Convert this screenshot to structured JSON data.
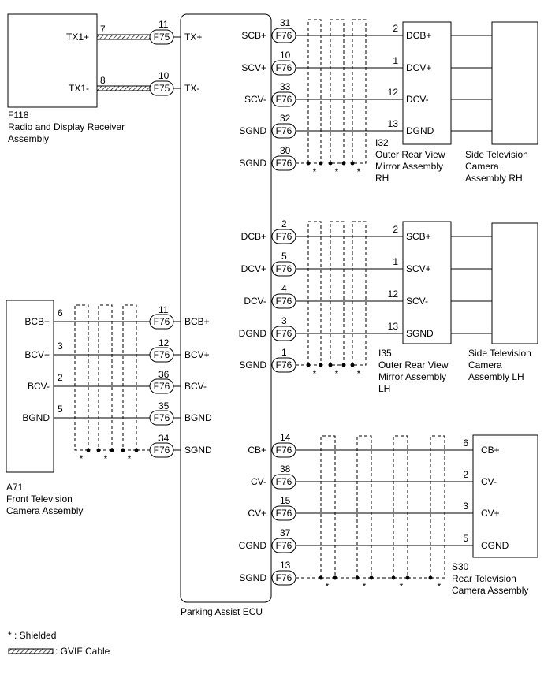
{
  "ecu": {
    "name": "Parking Assist ECU"
  },
  "f118": {
    "code": "F118",
    "name_line1": "Radio and Display Receiver",
    "name_line2": "Assembly",
    "pins": [
      {
        "pin": "7",
        "label": "TX1+",
        "connector": "F75",
        "ecu_pin": "11",
        "ecu_label": "TX+"
      },
      {
        "pin": "8",
        "label": "TX1-",
        "connector": "F75",
        "ecu_pin": "10",
        "ecu_label": "TX-"
      }
    ]
  },
  "a71": {
    "code": "A71",
    "name_line1": "Front Television",
    "name_line2": "Camera Assembly",
    "pins": [
      {
        "pin": "6",
        "label": "BCB+",
        "connector": "F76",
        "ecu_pin": "11",
        "ecu_label": "BCB+"
      },
      {
        "pin": "3",
        "label": "BCV+",
        "connector": "F76",
        "ecu_pin": "12",
        "ecu_label": "BCV+"
      },
      {
        "pin": "2",
        "label": "BCV-",
        "connector": "F76",
        "ecu_pin": "36",
        "ecu_label": "BCV-"
      },
      {
        "pin": "5",
        "label": "BGND",
        "connector": "F76",
        "ecu_pin": "35",
        "ecu_label": "BGND"
      }
    ],
    "sgnd": {
      "connector": "F76",
      "ecu_pin": "34",
      "ecu_label": "SGND"
    }
  },
  "i32": {
    "code": "I32",
    "name_line1": "Outer Rear View",
    "name_line2": "Mirror Assembly",
    "name_line3": "RH",
    "pins": [
      {
        "ecu_label": "SCB+",
        "ecu_pin": "31",
        "connector": "F76",
        "pin": "2",
        "label": "DCB+"
      },
      {
        "ecu_label": "SCV+",
        "ecu_pin": "10",
        "connector": "F76",
        "pin": "1",
        "label": "DCV+"
      },
      {
        "ecu_label": "SCV-",
        "ecu_pin": "33",
        "connector": "F76",
        "pin": "12",
        "label": "DCV-"
      },
      {
        "ecu_label": "SGND",
        "ecu_pin": "32",
        "connector": "F76",
        "pin": "13",
        "label": "DGND"
      }
    ],
    "sgnd": {
      "ecu_label": "SGND",
      "ecu_pin": "30",
      "connector": "F76"
    }
  },
  "side_rh": {
    "name_line1": "Side Television",
    "name_line2": "Camera",
    "name_line3": "Assembly RH"
  },
  "i35": {
    "code": "I35",
    "name_line1": "Outer Rear View",
    "name_line2": "Mirror Assembly",
    "name_line3": "LH",
    "pins": [
      {
        "ecu_label": "DCB+",
        "ecu_pin": "2",
        "connector": "F76",
        "pin": "2",
        "label": "SCB+"
      },
      {
        "ecu_label": "DCV+",
        "ecu_pin": "5",
        "connector": "F76",
        "pin": "1",
        "label": "SCV+"
      },
      {
        "ecu_label": "DCV-",
        "ecu_pin": "4",
        "connector": "F76",
        "pin": "12",
        "label": "SCV-"
      },
      {
        "ecu_label": "DGND",
        "ecu_pin": "3",
        "connector": "F76",
        "pin": "13",
        "label": "SGND"
      }
    ],
    "sgnd": {
      "ecu_label": "SGND",
      "ecu_pin": "1",
      "connector": "F76"
    }
  },
  "side_lh": {
    "name_line1": "Side Television",
    "name_line2": "Camera",
    "name_line3": "Assembly LH"
  },
  "s30": {
    "code": "S30",
    "name_line1": "Rear Television",
    "name_line2": "Camera Assembly",
    "pins": [
      {
        "ecu_label": "CB+",
        "ecu_pin": "14",
        "connector": "F76",
        "pin": "6",
        "label": "CB+"
      },
      {
        "ecu_label": "CV-",
        "ecu_pin": "38",
        "connector": "F76",
        "pin": "2",
        "label": "CV-"
      },
      {
        "ecu_label": "CV+",
        "ecu_pin": "15",
        "connector": "F76",
        "pin": "3",
        "label": "CV+"
      },
      {
        "ecu_label": "CGND",
        "ecu_pin": "37",
        "connector": "F76",
        "pin": "5",
        "label": "CGND"
      }
    ],
    "sgnd": {
      "ecu_label": "SGND",
      "ecu_pin": "13",
      "connector": "F76"
    }
  },
  "shield_mark": "*",
  "legend": {
    "shielded": "* : Shielded",
    "gvif": ": GVIF Cable"
  }
}
